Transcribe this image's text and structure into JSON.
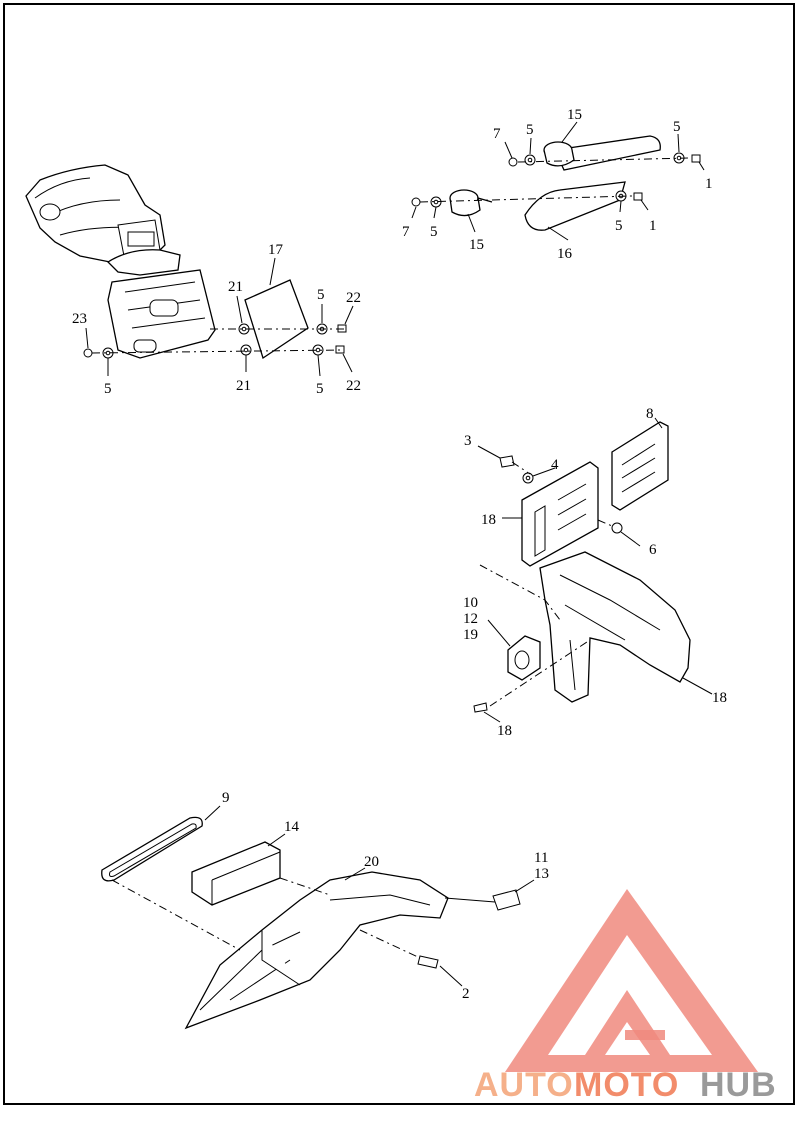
{
  "callouts": {
    "top_right": {
      "n7a": "7",
      "n5a": "5",
      "n15a": "15",
      "n5b": "5",
      "n1a": "1",
      "n7b": "7",
      "n5c": "5",
      "n15b": "15",
      "n16": "16",
      "n5d": "5",
      "n1b": "1"
    },
    "top_left": {
      "n17": "17",
      "n21a": "21",
      "n5a": "5",
      "n22a": "22",
      "n23": "23",
      "n5b": "5",
      "n21b": "21",
      "n5c": "5",
      "n22b": "22"
    },
    "middle_right": {
      "n8": "8",
      "n3": "3",
      "n4": "4",
      "n18a": "18",
      "n6": "6",
      "n10": "10",
      "n12": "12",
      "n19": "19",
      "n18b": "18",
      "n18c": "18"
    },
    "bottom": {
      "n9": "9",
      "n14": "14",
      "n20": "20",
      "n11": "11",
      "n13": "13",
      "n2": "2"
    }
  },
  "watermark": {
    "auto": "AUTO",
    "moto": "MOTO",
    "hub": "HUB",
    "colors": {
      "auto": "#f5b08a",
      "moto": "#f28c6b",
      "hub": "#9a9a9a",
      "logo": "#f08a7e"
    }
  }
}
